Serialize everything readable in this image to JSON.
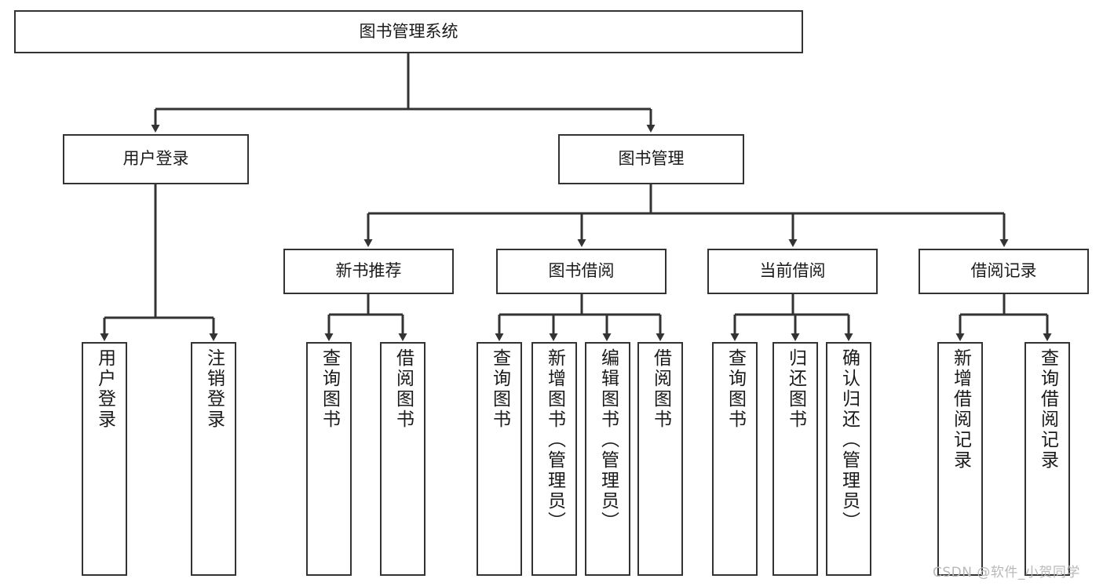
{
  "diagram": {
    "type": "tree-hierarchy",
    "title": "图书管理系统",
    "watermark": "CSDN @软件_小贺同学",
    "colors": {
      "node_border": "#333333",
      "node_fill": "#ffffff",
      "connector": "#333333",
      "text": "#1a1a1a",
      "watermark": "#b9b9b9"
    },
    "nodes": {
      "root": {
        "label": "图书管理系统",
        "orientation": "horizontal"
      },
      "level1": [
        {
          "label": "用户登录",
          "orientation": "horizontal"
        },
        {
          "label": "图书管理",
          "orientation": "horizontal"
        }
      ],
      "level2": [
        {
          "label": "新书推荐",
          "orientation": "horizontal"
        },
        {
          "label": "图书借阅",
          "orientation": "horizontal"
        },
        {
          "label": "当前借阅",
          "orientation": "horizontal"
        },
        {
          "label": "借阅记录",
          "orientation": "horizontal"
        }
      ],
      "leaves": {
        "user_login": [
          {
            "label": "用户登录",
            "orientation": "vertical"
          },
          {
            "label": "注销登录",
            "orientation": "vertical"
          }
        ],
        "new_book_recommend": [
          {
            "label": "查询图书",
            "orientation": "vertical"
          },
          {
            "label": "借阅图书",
            "orientation": "vertical"
          }
        ],
        "book_borrow": [
          {
            "label": "查询图书",
            "orientation": "vertical"
          },
          {
            "label": "新增图书（管理员）",
            "orientation": "vertical"
          },
          {
            "label": "编辑图书（管理员）",
            "orientation": "vertical"
          },
          {
            "label": "借阅图书",
            "orientation": "vertical"
          }
        ],
        "current_borrow": [
          {
            "label": "查询图书",
            "orientation": "vertical"
          },
          {
            "label": "归还图书",
            "orientation": "vertical"
          },
          {
            "label": "确认归还（管理员）",
            "orientation": "vertical"
          }
        ],
        "borrow_record": [
          {
            "label": "新增借阅记录",
            "orientation": "vertical"
          },
          {
            "label": "查询借阅记录",
            "orientation": "vertical"
          }
        ]
      }
    }
  }
}
